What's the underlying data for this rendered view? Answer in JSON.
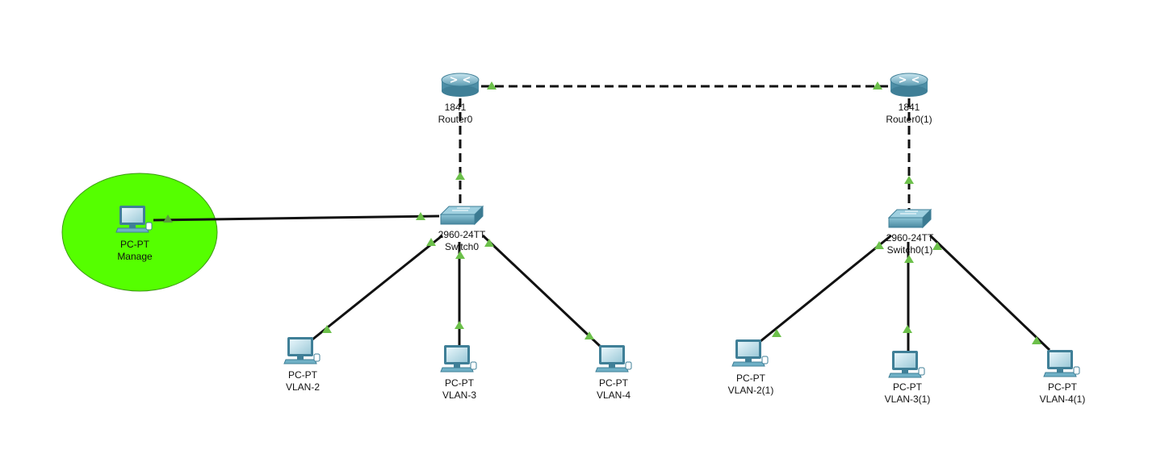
{
  "nodes": {
    "router0": {
      "model": "1841",
      "name": "Router0"
    },
    "router1": {
      "model": "1841",
      "name": "Router0(1)"
    },
    "switch0": {
      "model": "2960-24TT",
      "name": "Switch0"
    },
    "switch1": {
      "model": "2960-24TT",
      "name": "Switch0(1)"
    },
    "manage": {
      "model": "PC-PT",
      "name": "Manage"
    },
    "pc_vlan2": {
      "model": "PC-PT",
      "name": "VLAN-2"
    },
    "pc_vlan3": {
      "model": "PC-PT",
      "name": "VLAN-3"
    },
    "pc_vlan4": {
      "model": "PC-PT",
      "name": "VLAN-4"
    },
    "pc_vlan2_1": {
      "model": "PC-PT",
      "name": "VLAN-2(1)"
    },
    "pc_vlan3_1": {
      "model": "PC-PT",
      "name": "VLAN-3(1)"
    },
    "pc_vlan4_1": {
      "model": "PC-PT",
      "name": "VLAN-4(1)"
    }
  },
  "links": [
    {
      "from": "router0",
      "to": "router1",
      "type": "crossover",
      "status": "up"
    },
    {
      "from": "router0",
      "to": "switch0",
      "type": "crossover",
      "status": "up"
    },
    {
      "from": "router1",
      "to": "switch1",
      "type": "crossover",
      "status": "up"
    },
    {
      "from": "manage",
      "to": "switch0",
      "type": "straight",
      "status": "up"
    },
    {
      "from": "switch0",
      "to": "pc_vlan2",
      "type": "straight",
      "status": "up"
    },
    {
      "from": "switch0",
      "to": "pc_vlan3",
      "type": "straight",
      "status": "up"
    },
    {
      "from": "switch0",
      "to": "pc_vlan4",
      "type": "straight",
      "status": "up"
    },
    {
      "from": "switch1",
      "to": "pc_vlan2_1",
      "type": "straight",
      "status": "up"
    },
    {
      "from": "switch1",
      "to": "pc_vlan3_1",
      "type": "straight",
      "status": "up"
    },
    {
      "from": "switch1",
      "to": "pc_vlan4_1",
      "type": "straight",
      "status": "up"
    }
  ],
  "colors": {
    "highlight": "#55ff00",
    "link": "#111111",
    "link_up": "#6cc04a",
    "device": "#5fa3bd"
  },
  "icons": {
    "router": "router-icon",
    "switch": "switch-icon",
    "pc": "pc-icon"
  }
}
